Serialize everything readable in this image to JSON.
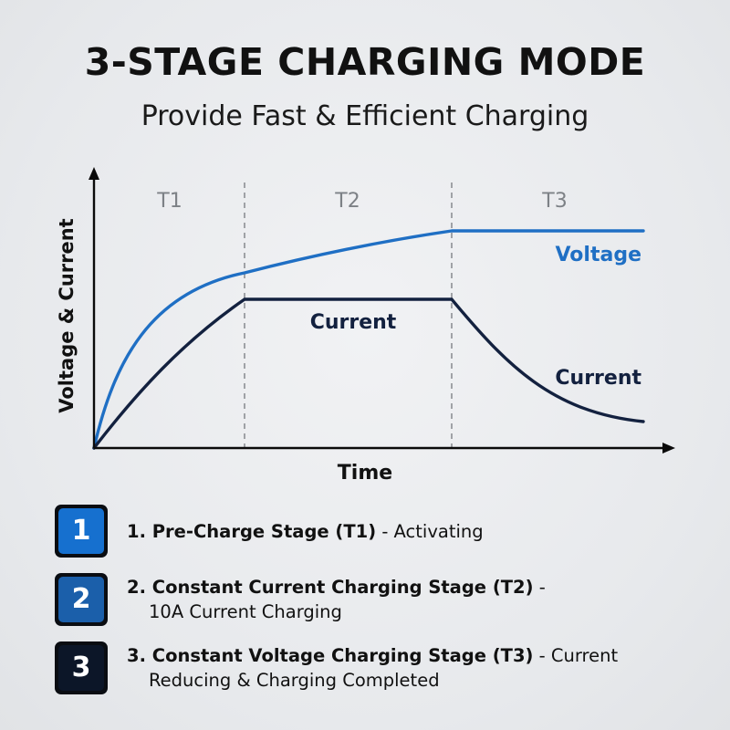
{
  "header": {
    "title": "3-STAGE CHARGING MODE",
    "subtitle": "Provide Fast & Efficient Charging"
  },
  "chart_data": {
    "type": "line",
    "ylabel": "Voltage & Current",
    "xlabel": "Time",
    "stages": [
      "T1",
      "T2",
      "T3"
    ],
    "series": [
      {
        "name": "Voltage",
        "label": "Voltage",
        "color": "#1f6fc4"
      },
      {
        "name": "Current",
        "label": "Current",
        "label_t3": "Current",
        "color": "#13213f"
      }
    ],
    "colors": {
      "axis": "#0a0a0a",
      "divider": "#8c8f94",
      "stage_label": "#7d8186",
      "voltage": "#1f6fc4",
      "current": "#13213f"
    }
  },
  "steps": [
    {
      "number": "1",
      "title": "1. Pre-Charge Stage (T1)",
      "desc": " - Activating",
      "desc2": "",
      "color": "#1670cf"
    },
    {
      "number": "2",
      "title": "2. Constant Current Charging Stage (T2)",
      "desc": " -",
      "desc2": "10A Current Charging",
      "color": "#1b5faa"
    },
    {
      "number": "3",
      "title": "3. Constant Voltage Charging Stage (T3)",
      "desc": " -  Current",
      "desc2": "Reducing & Charging Completed",
      "color": "#0c1628"
    }
  ]
}
